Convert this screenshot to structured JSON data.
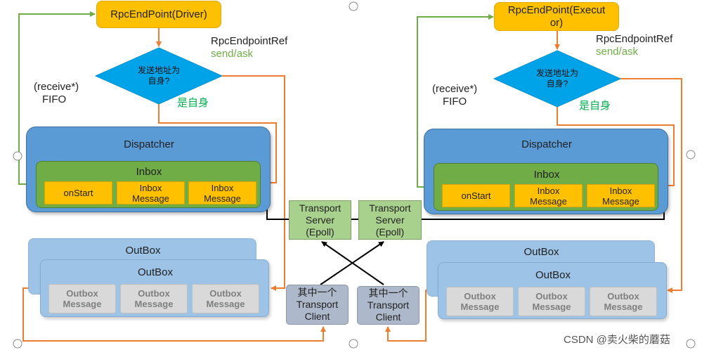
{
  "left": {
    "rpc_endpoint": "RpcEndPoint(Driver)",
    "ref_label": "RpcEndpointRef",
    "ref_action": "send/ask",
    "decision": "发送地址为\n自身?",
    "yes_label": "是自身",
    "receive_label": "(receive*)",
    "fifo_label": "FIFO",
    "dispatcher": "Dispatcher",
    "inbox": "Inbox",
    "inbox_items": [
      "onStart",
      "Inbox\nMessage",
      "Inbox\nMessage"
    ],
    "outbox_back": "OutBox",
    "outbox_front": "OutBox",
    "outbox_items": [
      "Outbox\nMessage",
      "Outbox\nMessage",
      "Outbox\nMessage"
    ]
  },
  "right": {
    "rpc_endpoint": "RpcEndPoint(Execut\nor)",
    "ref_label": "RpcEndpointRef",
    "ref_action": "send/ask",
    "decision": "发送地址为\n自身?",
    "yes_label": "是自身",
    "receive_label": "(receive*)",
    "fifo_label": "FIFO",
    "dispatcher": "Dispatcher",
    "inbox": "Inbox",
    "inbox_items": [
      "onStart",
      "Inbox\nMessage",
      "Inbox\nMessage"
    ],
    "outbox_back": "OutBox",
    "outbox_front": "OutBox",
    "outbox_items": [
      "Outbox\nMessage",
      "Outbox\nMessage",
      "Outbox\nMessage"
    ]
  },
  "center": {
    "server_left": "Transport\nServer\n(Epoll)",
    "server_right": "Transport\nServer\n(Epoll)",
    "client_left": "其中一个\nTransport\nClient",
    "client_right": "其中一个\nTransport\nClient"
  },
  "watermark": "CSDN @卖火柴的蘑菇",
  "colors": {
    "orange_arrow": "#ed7d31",
    "green_line": "#70ad47",
    "rpc_fill": "#ffc000",
    "decision_fill": "#00a2e8",
    "dispatcher_fill": "#5b9bd5",
    "inbox_fill": "#70ad47",
    "outbox_fill": "#9dc3e6",
    "transport_server_fill": "#a9d18e",
    "transport_client_fill": "#adb9ca"
  }
}
